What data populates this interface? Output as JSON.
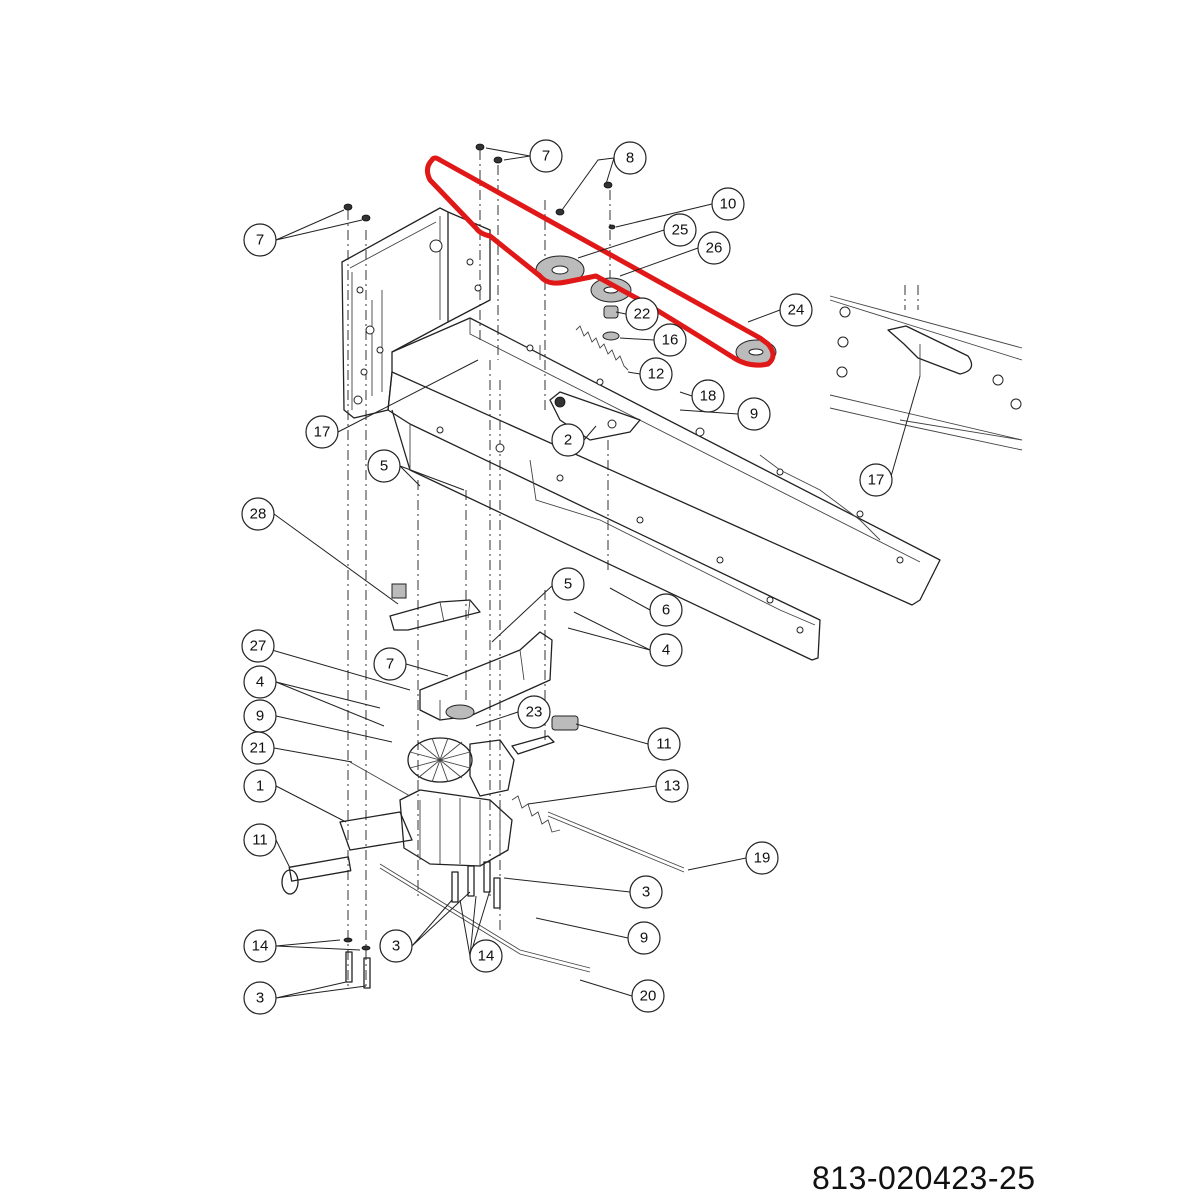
{
  "drawing_number": "813-020423-25",
  "belt_color": "#e01818",
  "callouts": [
    {
      "id": "c7a",
      "label": "7"
    },
    {
      "id": "c8",
      "label": "8"
    },
    {
      "id": "c10",
      "label": "10"
    },
    {
      "id": "c25",
      "label": "25"
    },
    {
      "id": "c26",
      "label": "26"
    },
    {
      "id": "c7b",
      "label": "7"
    },
    {
      "id": "c24",
      "label": "24"
    },
    {
      "id": "c22",
      "label": "22"
    },
    {
      "id": "c16",
      "label": "16"
    },
    {
      "id": "c12",
      "label": "12"
    },
    {
      "id": "c18",
      "label": "18"
    },
    {
      "id": "c9a",
      "label": "9"
    },
    {
      "id": "c2",
      "label": "2"
    },
    {
      "id": "c17a",
      "label": "17"
    },
    {
      "id": "c17b",
      "label": "17"
    },
    {
      "id": "c5a",
      "label": "5"
    },
    {
      "id": "c28",
      "label": "28"
    },
    {
      "id": "c5b",
      "label": "5"
    },
    {
      "id": "c6",
      "label": "6"
    },
    {
      "id": "c4a",
      "label": "4"
    },
    {
      "id": "c27",
      "label": "27"
    },
    {
      "id": "c7c",
      "label": "7"
    },
    {
      "id": "c4b",
      "label": "4"
    },
    {
      "id": "c23",
      "label": "23"
    },
    {
      "id": "c9b",
      "label": "9"
    },
    {
      "id": "c11a",
      "label": "11"
    },
    {
      "id": "c21",
      "label": "21"
    },
    {
      "id": "c13",
      "label": "13"
    },
    {
      "id": "c1",
      "label": "1"
    },
    {
      "id": "c11b",
      "label": "11"
    },
    {
      "id": "c19",
      "label": "19"
    },
    {
      "id": "c3a",
      "label": "3"
    },
    {
      "id": "c9c",
      "label": "9"
    },
    {
      "id": "c14a",
      "label": "14"
    },
    {
      "id": "c3b",
      "label": "3"
    },
    {
      "id": "c14b",
      "label": "14"
    },
    {
      "id": "c3c",
      "label": "3"
    },
    {
      "id": "c20",
      "label": "20"
    }
  ]
}
